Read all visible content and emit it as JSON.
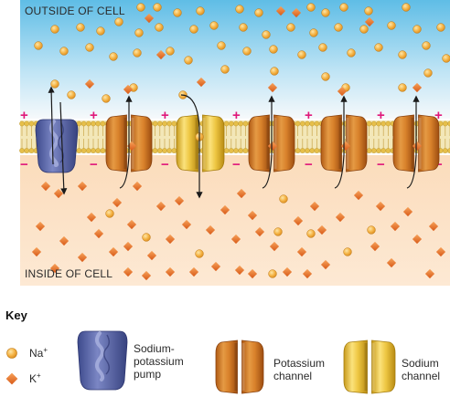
{
  "labels": {
    "outside": "OUTSIDE OF CELL",
    "inside": "INSIDE OF CELL"
  },
  "key": {
    "title": "Key",
    "na_label": "Na",
    "na_sup": "+",
    "k_label": "K",
    "k_sup": "+",
    "pump_label": [
      "Sodium-",
      "potassium",
      "pump"
    ],
    "potassium_label": [
      "Potassium",
      "channel"
    ],
    "sodium_label": [
      "Sodium",
      "channel"
    ]
  },
  "colors": {
    "outside_top": "#5fbde6",
    "outside_bottom": "#f6f9fb",
    "inside": "#fbe3c8",
    "sodium_ion": "#f2a93b",
    "potassium_ion": "#e36b25",
    "pump": "#5b68a8",
    "potassium_channel": "#d9822b",
    "sodium_channel": "#edc640",
    "membrane_head": "#e6bf4a",
    "sign": "#e0187a"
  },
  "membrane": {
    "positive_sign": "+",
    "negative_sign": "−"
  },
  "icons": [
    "sodium-ion-icon",
    "potassium-ion-icon",
    "sodium-potassium-pump-icon",
    "potassium-channel-icon",
    "sodium-channel-icon"
  ]
}
